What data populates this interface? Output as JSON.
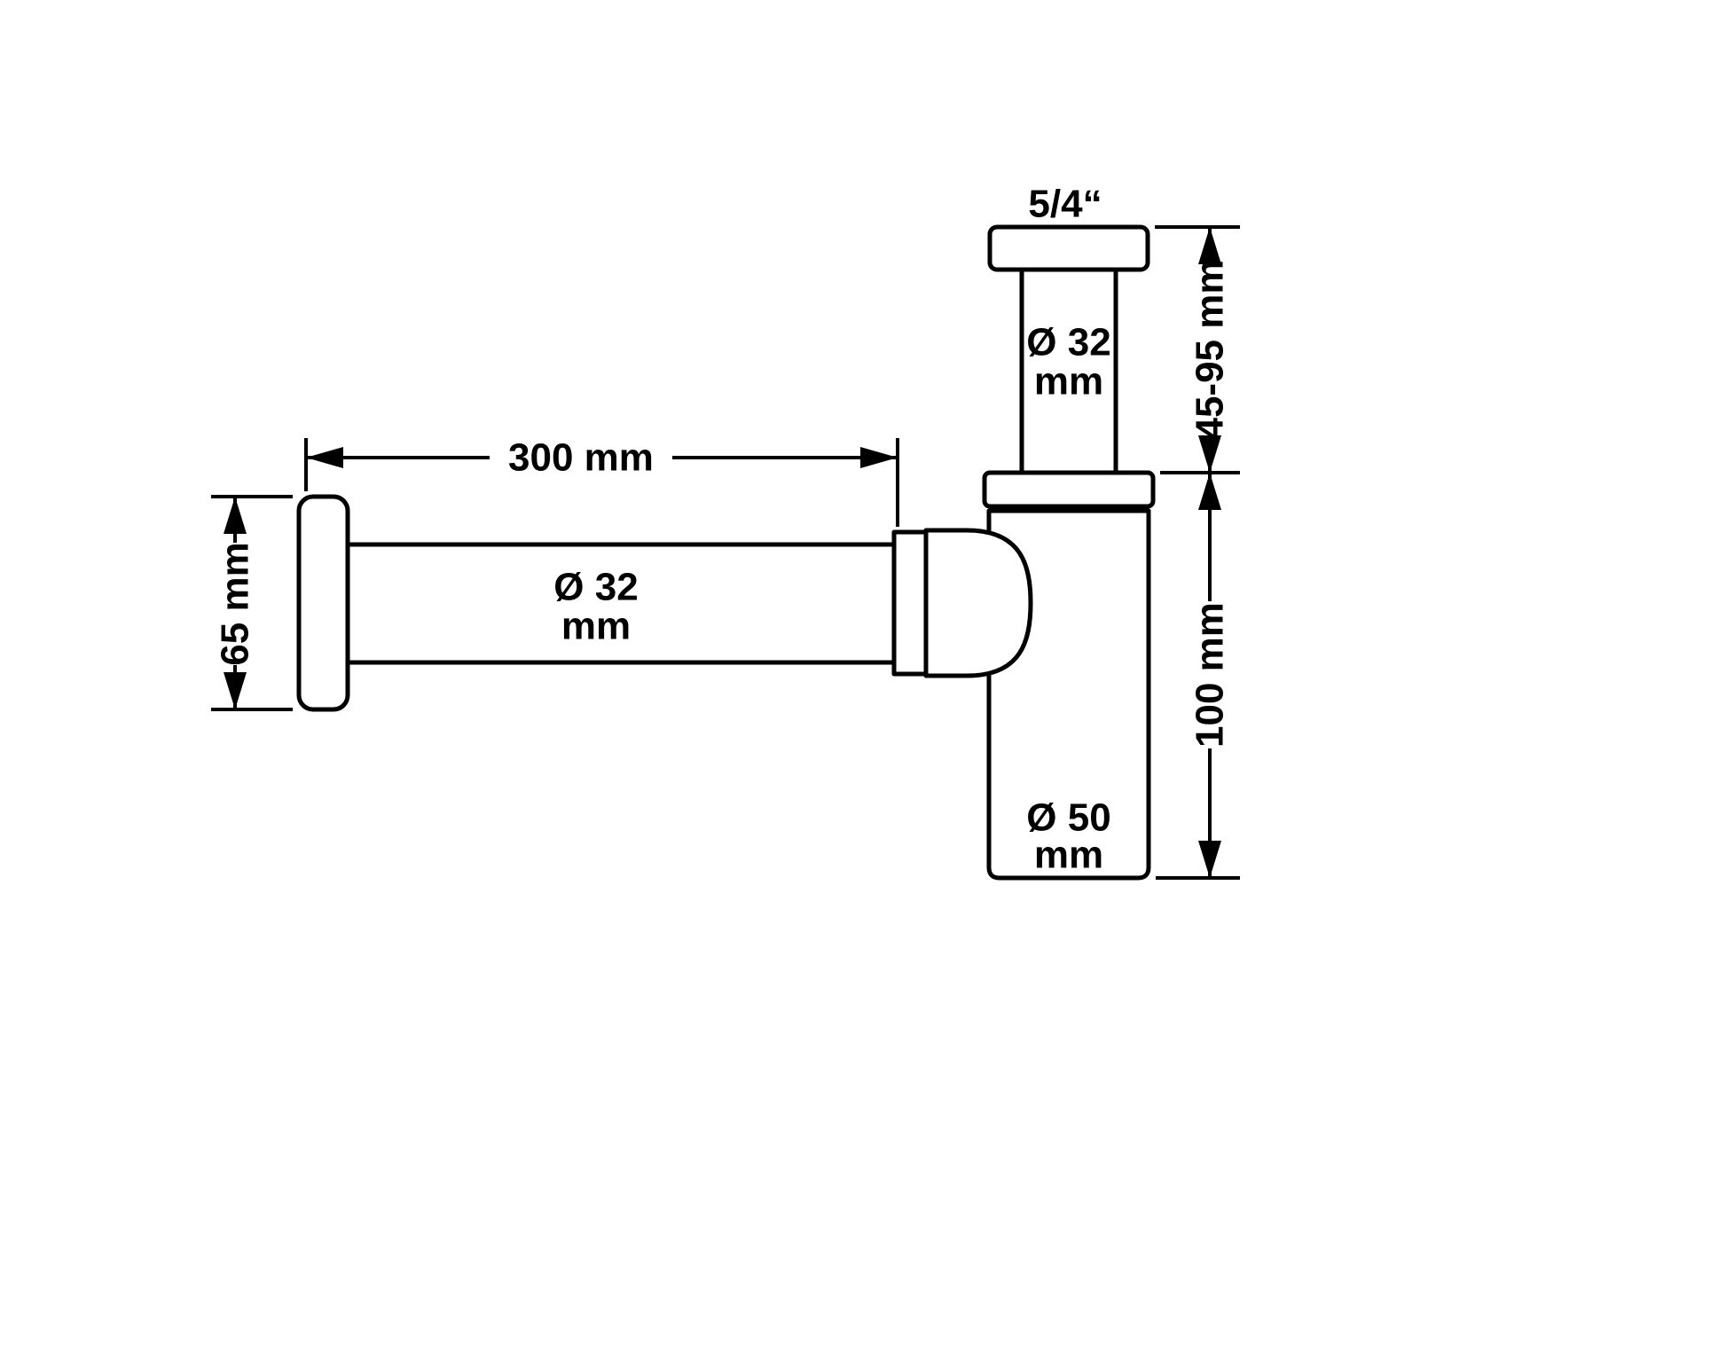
{
  "canvas": {
    "background": "#ffffff",
    "line_color": "#000000"
  },
  "labels": {
    "thread_size": "5/4“",
    "inlet_pipe_diameter": [
      "Ø 32",
      "mm"
    ],
    "wall_pipe_diameter": [
      "Ø 32",
      "mm"
    ],
    "cup_diameter": [
      "Ø 50",
      "mm"
    ]
  },
  "dimensions": {
    "pipe_length": "300 mm",
    "flange_diameter": "65 mm",
    "inlet_adjustable_height": "45-95 mm",
    "cup_height": "100 mm"
  }
}
